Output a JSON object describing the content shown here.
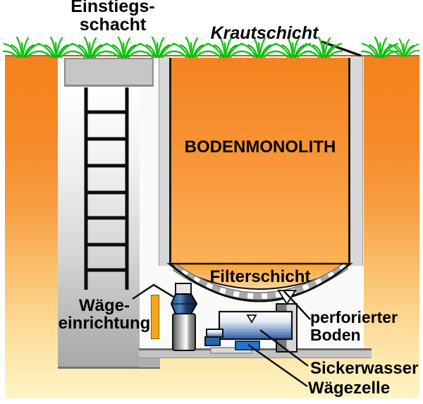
{
  "diagram": {
    "labels": {
      "shaft_line1": "Einstiegs-",
      "shaft_line2": "schacht",
      "herb_layer": "Krautschicht",
      "monolith": "BODENMONOLITH",
      "filter_layer": "Filterschicht",
      "weighing_line1": "Wäge-",
      "weighing_line2": "einrichtung",
      "perforated_line1": "perforierter",
      "perforated_line2": "Boden",
      "seepage_water": "Sickerwasser",
      "load_cell": "Wägezelle"
    },
    "colors": {
      "soil_top": "#F5811E",
      "soil_bottom": "#FEF5C5",
      "grass_green": "#17C517",
      "vessel_wall_gray": "#D8D8D8",
      "tank_blue": "#2E5CA6",
      "bellows_blue": "#2E6CB3",
      "load_cell_blue": "#2277CC",
      "sensor_bar_orange": "#F4A71B"
    }
  }
}
